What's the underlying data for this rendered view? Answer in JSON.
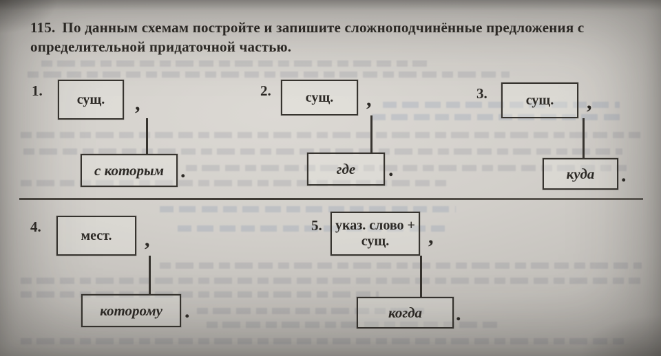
{
  "exercise": {
    "number": "115.",
    "instruction": "По данным схемам постройте и запишите сложноподчинённые предложения с определительной придаточной частью."
  },
  "diagrams": [
    {
      "number": "1.",
      "main": "сущ.",
      "comma": ",",
      "sub": "с которым",
      "period": "."
    },
    {
      "number": "2.",
      "main": "сущ.",
      "comma": ",",
      "sub": "где",
      "period": "."
    },
    {
      "number": "3.",
      "main": "сущ.",
      "comma": ",",
      "sub": "куда",
      "period": "."
    },
    {
      "number": "4.",
      "main": "мест.",
      "comma": ",",
      "sub": "которому",
      "period": "."
    },
    {
      "number": "5.",
      "main": "указ. слово + сущ.",
      "comma": ",",
      "sub": "когда",
      "period": "."
    }
  ],
  "colors": {
    "paper": "#cdcac5",
    "ink": "#2d2a26",
    "box_border": "#37342f"
  }
}
